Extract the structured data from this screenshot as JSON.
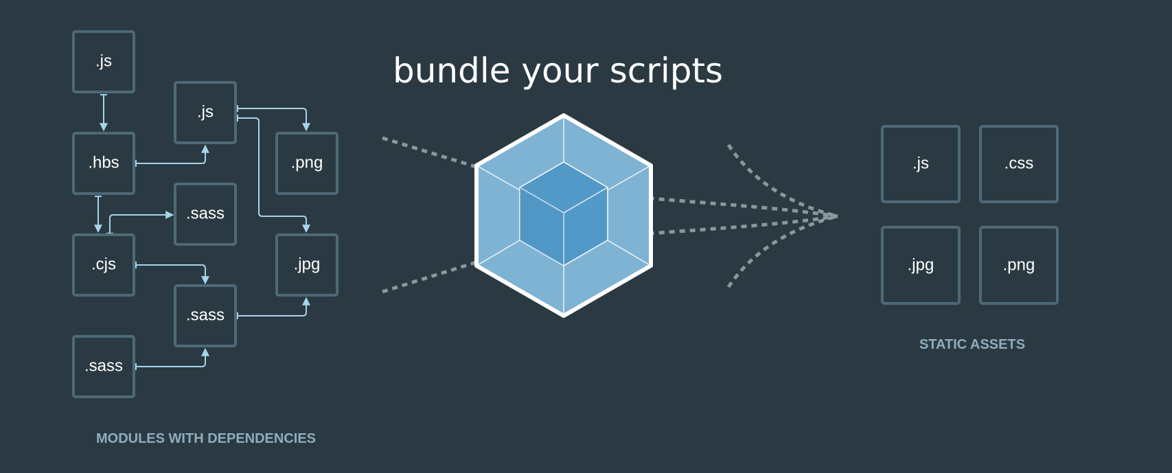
{
  "headline": "bundle your scripts",
  "modules": {
    "caption": "MODULES WITH DEPENDENCIES",
    "items": [
      ".js",
      ".js",
      ".hbs",
      ".png",
      ".sass",
      ".cjs",
      ".jpg",
      ".sass",
      ".sass"
    ]
  },
  "assets": {
    "caption": "STATIC ASSETS",
    "items": [
      ".js",
      ".css",
      ".jpg",
      ".png"
    ]
  },
  "colors": {
    "background": "#2b3a42",
    "box_stroke": "#4e6977",
    "arrow": "#a6d4eb",
    "dotted": "#8a979e",
    "cube_outer": "#7fb3d3",
    "cube_inner": "#5299c8",
    "caption": "#8fadbf",
    "text": "#ffffff"
  }
}
